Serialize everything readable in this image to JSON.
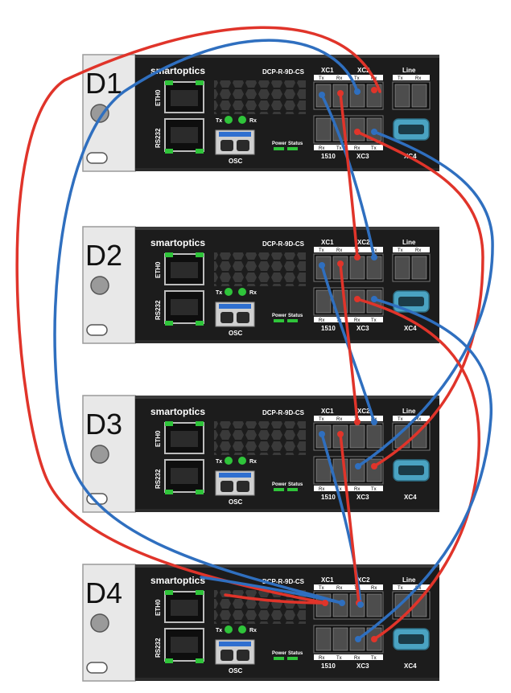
{
  "devices": [
    {
      "label": "D1"
    },
    {
      "label": "D2"
    },
    {
      "label": "D3"
    },
    {
      "label": "D4"
    }
  ],
  "front_panel": {
    "brand": "smartoptics",
    "model": "DCP-R-9D-CS",
    "eth_label": "ETH0",
    "rs232_label": "RS232",
    "tx_led_label": "Tx",
    "rx_led_label": "Rx",
    "osc_label": "OSC",
    "power_label": "Power",
    "status_label": "Status",
    "xc1_label": "XC1",
    "xc2_label": "XC2",
    "line_label": "Line",
    "xc3_label": "XC3",
    "xc4_label": "XC4",
    "port_1510_label": "1510",
    "tx_label": "Tx",
    "rx_label": "Rx"
  },
  "colors": {
    "panel": "#1c1c1c",
    "rack_ear": "#e8e8e8",
    "led_green": "#2fc43a",
    "sfp_blue": "#2f6fd0",
    "xc4_cyan": "#4aa3c2",
    "cable_red": "#e0342a",
    "cable_blue": "#2f6fbf"
  }
}
